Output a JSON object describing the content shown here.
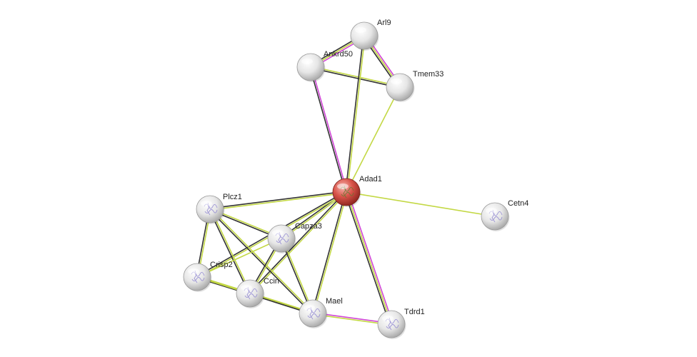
{
  "colors": {
    "black_edge": "#333333",
    "text_mining": "#c3d844",
    "experimental": "#d046d6",
    "query_node": "#cc3b33",
    "node": "#d6d6d6"
  },
  "nodes": [
    {
      "id": "Adad1",
      "label": "Adad1",
      "query": true,
      "structure": true
    },
    {
      "id": "Arl9",
      "label": "Arl9",
      "query": false,
      "structure": false
    },
    {
      "id": "Ankrd50",
      "label": "Ankrd50",
      "query": false,
      "structure": false
    },
    {
      "id": "Tmem33",
      "label": "Tmem33",
      "query": false,
      "structure": false
    },
    {
      "id": "Cetn4",
      "label": "Cetn4",
      "query": false,
      "structure": true
    },
    {
      "id": "Plcz1",
      "label": "Plcz1",
      "query": false,
      "structure": true
    },
    {
      "id": "Capza3",
      "label": "Capza3",
      "query": false,
      "structure": true
    },
    {
      "id": "Crisp2",
      "label": "Crisp2",
      "query": false,
      "structure": true
    },
    {
      "id": "Ccin",
      "label": "Ccin",
      "query": false,
      "structure": true
    },
    {
      "id": "Mael",
      "label": "Mael",
      "query": false,
      "structure": true
    },
    {
      "id": "Tdrd1",
      "label": "Tdrd1",
      "query": false,
      "structure": true
    }
  ],
  "edges": [
    {
      "a": "Arl9",
      "b": "Ankrd50",
      "types": [
        "experimental",
        "text_mining",
        "black_edge"
      ]
    },
    {
      "a": "Arl9",
      "b": "Tmem33",
      "types": [
        "experimental",
        "text_mining",
        "black_edge"
      ]
    },
    {
      "a": "Ankrd50",
      "b": "Tmem33",
      "types": [
        "text_mining",
        "black_edge"
      ]
    },
    {
      "a": "Arl9",
      "b": "Adad1",
      "types": [
        "text_mining",
        "black_edge"
      ]
    },
    {
      "a": "Ankrd50",
      "b": "Adad1",
      "types": [
        "experimental",
        "black_edge"
      ]
    },
    {
      "a": "Tmem33",
      "b": "Adad1",
      "types": [
        "text_mining"
      ]
    },
    {
      "a": "Adad1",
      "b": "Cetn4",
      "types": [
        "text_mining"
      ]
    },
    {
      "a": "Adad1",
      "b": "Plcz1",
      "types": [
        "text_mining",
        "black_edge"
      ]
    },
    {
      "a": "Adad1",
      "b": "Capza3",
      "types": [
        "text_mining",
        "black_edge"
      ]
    },
    {
      "a": "Adad1",
      "b": "Crisp2",
      "types": [
        "text_mining",
        "black_edge"
      ]
    },
    {
      "a": "Adad1",
      "b": "Ccin",
      "types": [
        "text_mining",
        "black_edge"
      ]
    },
    {
      "a": "Adad1",
      "b": "Mael",
      "types": [
        "text_mining",
        "black_edge"
      ]
    },
    {
      "a": "Adad1",
      "b": "Tdrd1",
      "types": [
        "experimental",
        "text_mining",
        "black_edge"
      ]
    },
    {
      "a": "Plcz1",
      "b": "Capza3",
      "types": [
        "text_mining",
        "black_edge"
      ]
    },
    {
      "a": "Plcz1",
      "b": "Crisp2",
      "types": [
        "text_mining",
        "black_edge"
      ]
    },
    {
      "a": "Plcz1",
      "b": "Ccin",
      "types": [
        "text_mining",
        "black_edge"
      ]
    },
    {
      "a": "Plcz1",
      "b": "Mael",
      "types": [
        "text_mining",
        "black_edge"
      ]
    },
    {
      "a": "Capza3",
      "b": "Crisp2",
      "types": [
        "text_mining"
      ]
    },
    {
      "a": "Capza3",
      "b": "Ccin",
      "types": [
        "text_mining",
        "black_edge"
      ]
    },
    {
      "a": "Capza3",
      "b": "Mael",
      "types": [
        "text_mining",
        "black_edge"
      ]
    },
    {
      "a": "Crisp2",
      "b": "Ccin",
      "types": [
        "text_mining",
        "black_edge"
      ]
    },
    {
      "a": "Crisp2",
      "b": "Mael",
      "types": [
        "text_mining"
      ]
    },
    {
      "a": "Ccin",
      "b": "Mael",
      "types": [
        "text_mining",
        "black_edge"
      ]
    },
    {
      "a": "Mael",
      "b": "Tdrd1",
      "types": [
        "experimental",
        "text_mining"
      ]
    }
  ]
}
